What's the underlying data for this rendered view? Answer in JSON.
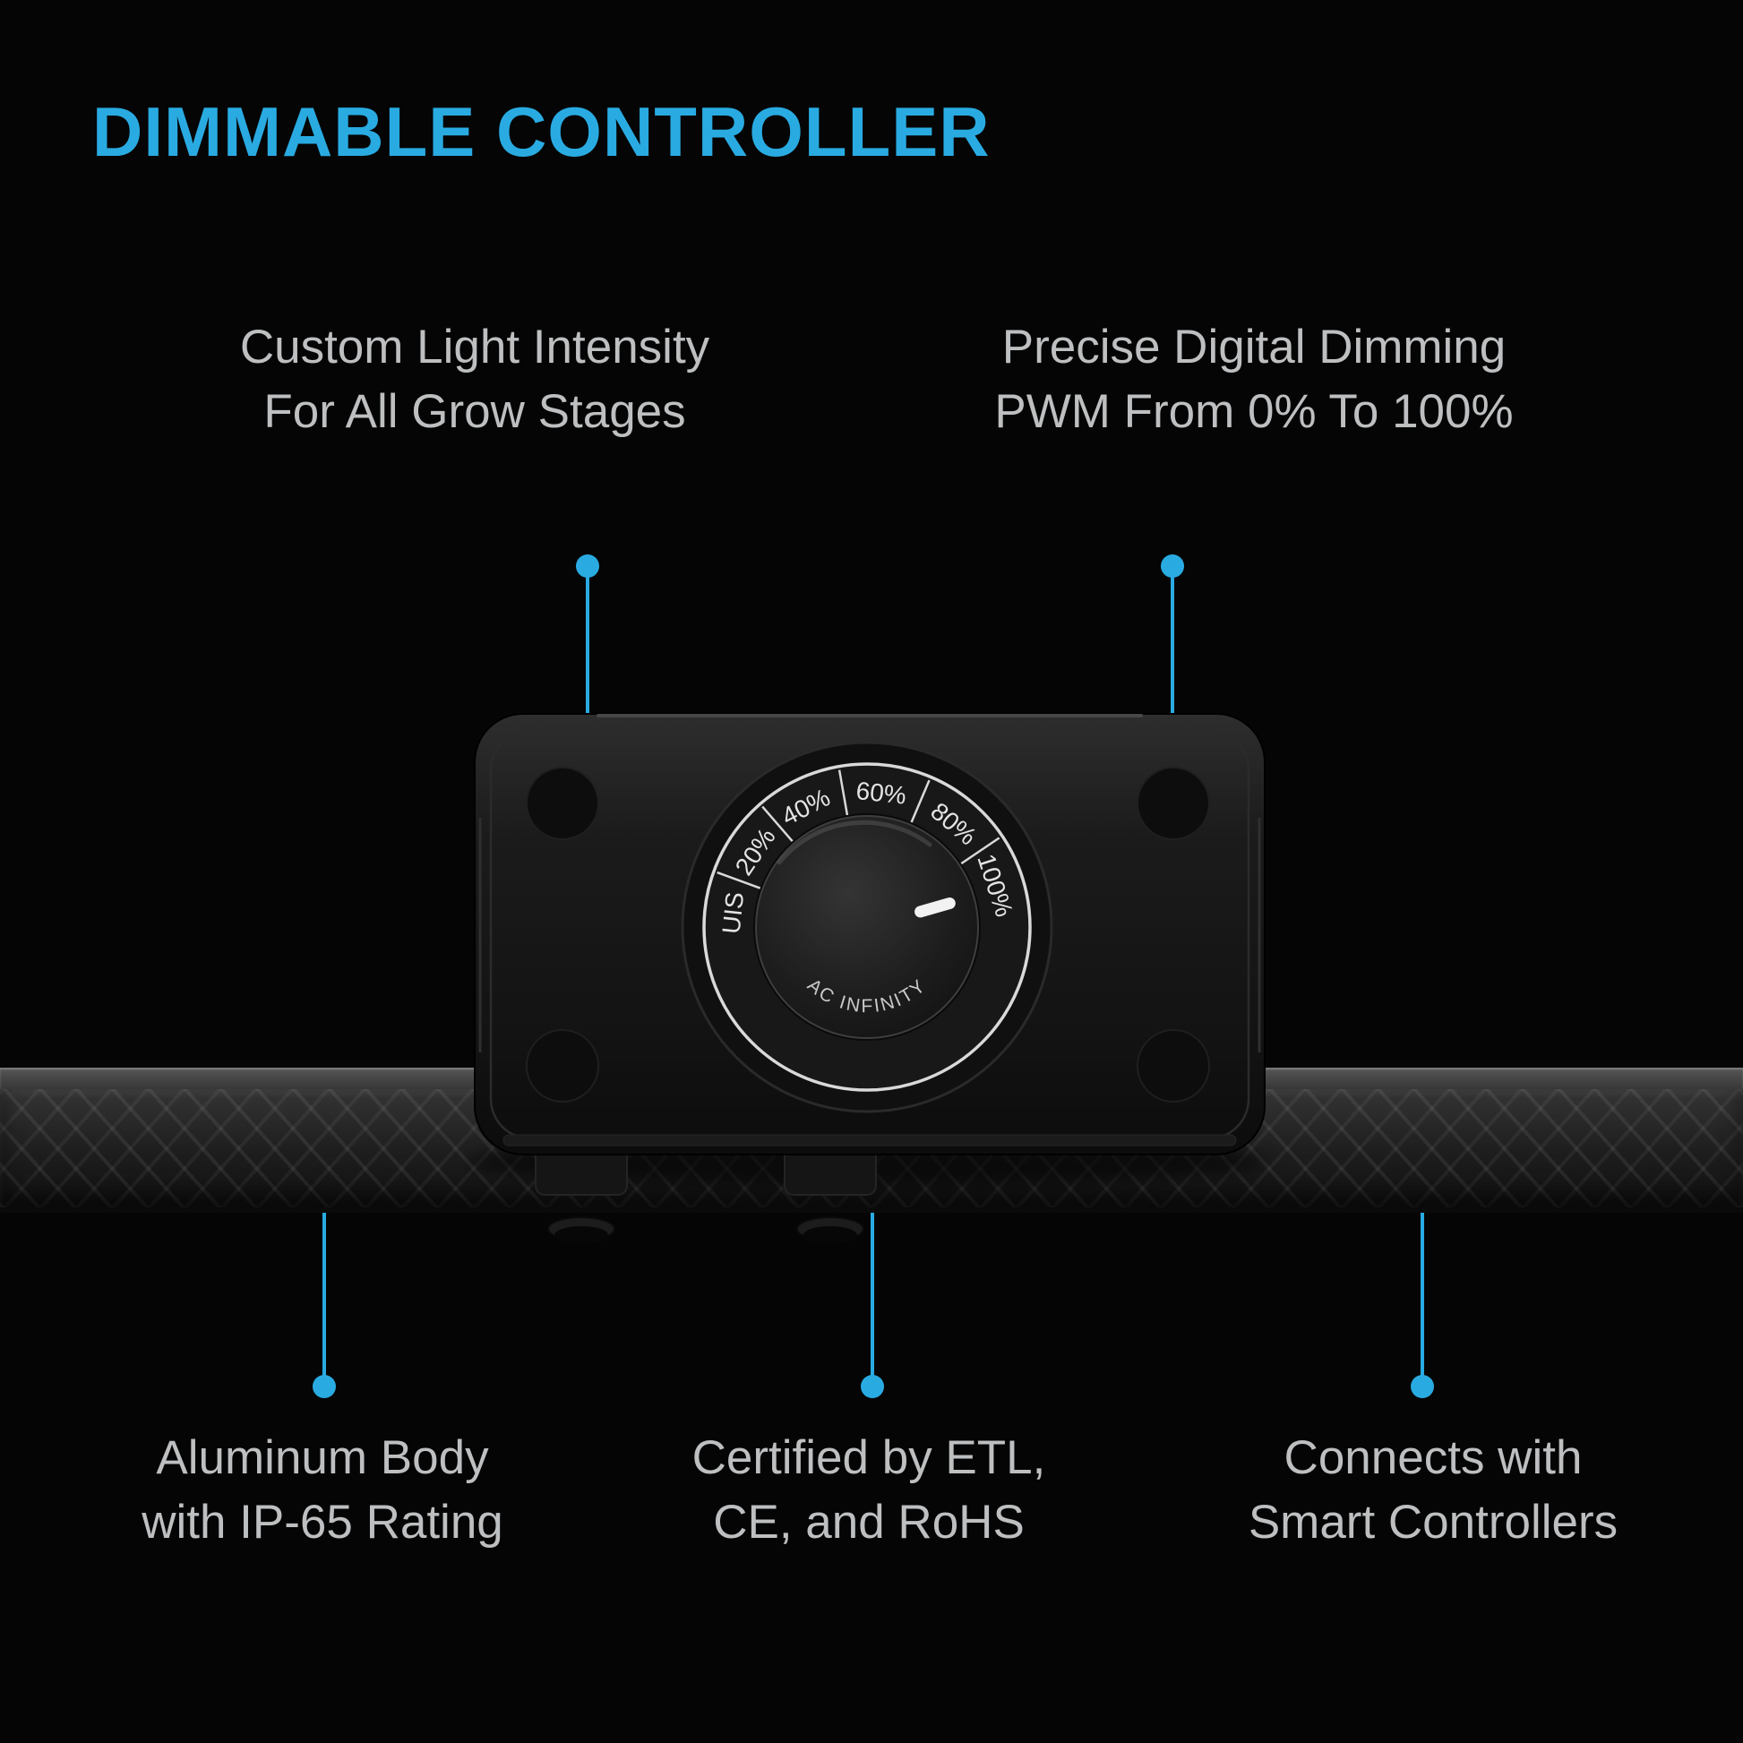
{
  "colors": {
    "accent": "#29abe2",
    "bg": "#050505",
    "text": "#bdbfc1"
  },
  "title": "DIMMABLE CONTROLLER",
  "callouts": {
    "top_left": {
      "line1": "Custom Light Intensity",
      "line2": "For All Grow Stages"
    },
    "top_right": {
      "line1": "Precise Digital Dimming",
      "line2": "PWM From 0% To 100%"
    },
    "bottom_left": {
      "line1": "Aluminum Body",
      "line2": "with IP-65 Rating"
    },
    "bottom_center": {
      "line1": "Certified by ETL,",
      "line2": "CE, and RoHS"
    },
    "bottom_right": {
      "line1": "Connects with",
      "line2": "Smart Controllers"
    }
  },
  "controller": {
    "dial_labels": [
      "UIS",
      "20%",
      "40%",
      "60%",
      "80%",
      "100%"
    ],
    "brand": "AC INFINITY"
  }
}
